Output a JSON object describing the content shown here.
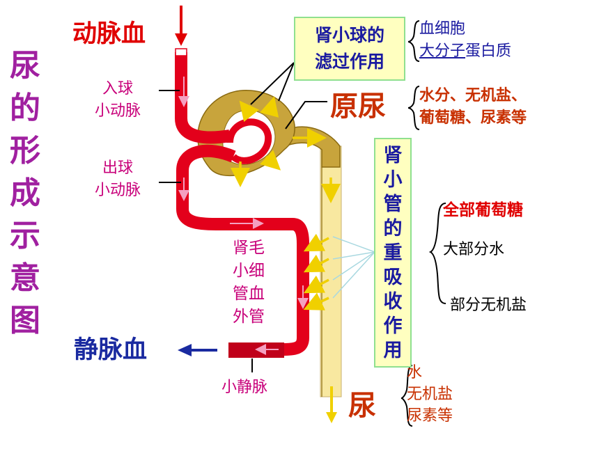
{
  "title": "尿的形成示意图",
  "colors": {
    "title": "#a020a0",
    "red_label": "#e00000",
    "vessel_red": "#e3001b",
    "vein": "#c0001a",
    "tubule": "#c8a43c",
    "collect": "#f8e8a0",
    "box_fill": "#ffffc0",
    "box_border": "#8fe08f",
    "blue_text": "#1a1aa0",
    "magenta_text": "#c8007a",
    "orange_text": "#c83000",
    "arrow_yellow": "#f0d000",
    "dark_blue": "#1a2aa0"
  },
  "labels": {
    "arterial_blood": "动脉血",
    "venous_blood": "静脉血",
    "afferent": [
      "入球",
      "小动脉"
    ],
    "efferent": [
      "出球",
      "小动脉"
    ],
    "capillary": [
      "肾毛",
      "小细",
      "管血",
      "外管"
    ],
    "small_vein": "小静脉",
    "primary_urine": "原尿",
    "urine": "尿"
  },
  "filtration_box": {
    "lines": [
      "肾小球的",
      "滤过作用"
    ]
  },
  "filtration_excluded": {
    "line1": "血细胞",
    "line2_underlined": "大分子",
    "line2_rest": "蛋白质"
  },
  "primary_urine_components": [
    "水分、无机盐、",
    "葡萄糖、尿素等"
  ],
  "reabsorption_box": {
    "text": "肾小管的重吸收作用"
  },
  "reabsorbed": [
    "全部葡萄糖",
    "大部分水",
    "部分无机盐"
  ],
  "urine_components": [
    "水",
    "无机盐",
    "尿素等"
  ]
}
